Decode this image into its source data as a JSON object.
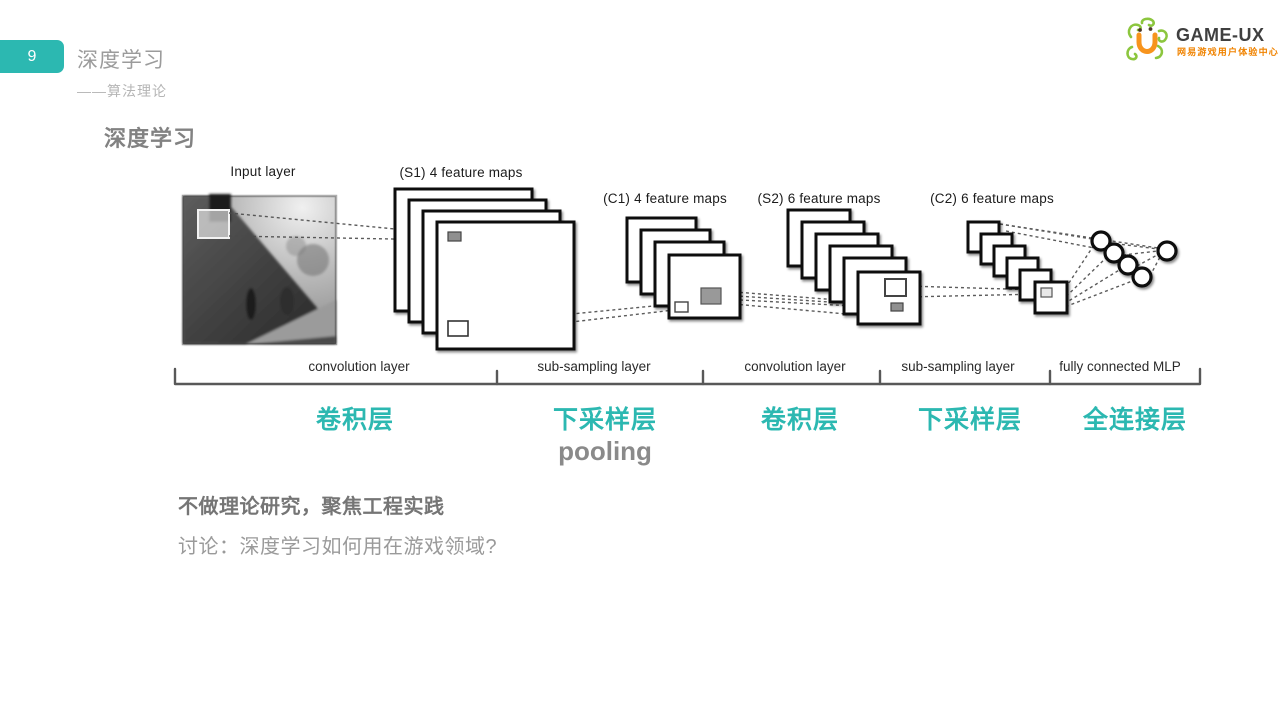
{
  "page_number": "9",
  "header": {
    "title": "深度学习",
    "subtitle": "——算法理论"
  },
  "logo": {
    "name": "GAME-UX",
    "tagline": "网易游戏用户体验中心"
  },
  "slide": {
    "title": "深度学习"
  },
  "diagram": {
    "layer_labels": [
      "Input layer",
      "(S1) 4 feature maps",
      "(C1) 4 feature maps",
      "(S2) 6 feature maps",
      "(C2) 6 feature maps"
    ],
    "bracket_labels": [
      "convolution layer",
      "sub-sampling layer",
      "convolution layer",
      "sub-sampling layer",
      "fully connected MLP"
    ],
    "cn_labels": [
      "卷积层",
      "下采样层",
      "卷积层",
      "下采样层",
      "全连接层"
    ],
    "pooling_note": "pooling"
  },
  "notes": {
    "emphasis": "不做理论研究，聚焦工程实践",
    "discussion": "讨论：深度学习如何用在游戏领域?"
  },
  "colors": {
    "accent_teal": "#2CB8B1",
    "logo_orange": "#F7941D",
    "logo_green": "#8CC63E",
    "tagline_orange": "#F08300"
  }
}
